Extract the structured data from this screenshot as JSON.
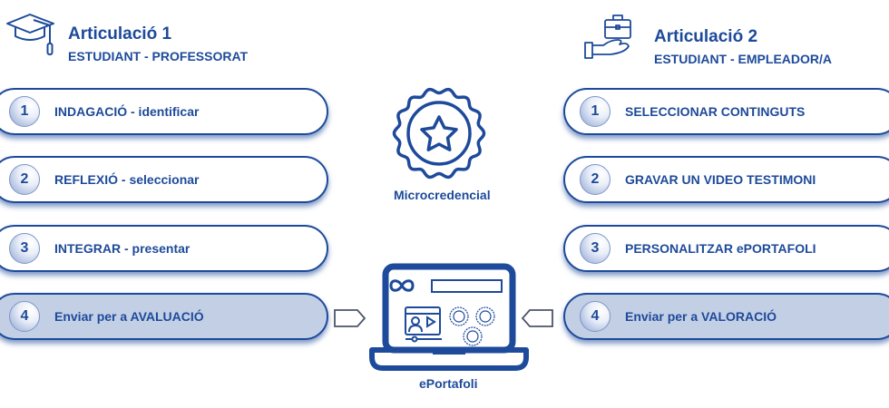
{
  "left": {
    "title": "Articulació 1",
    "subtitle": "ESTUDIANT - PROFESSORAT",
    "icon": "graduation-cap-icon",
    "steps": [
      {
        "num": "1",
        "label": "INDAGACIÓ - identificar"
      },
      {
        "num": "2",
        "label": "REFLEXIÓ - seleccionar"
      },
      {
        "num": "3",
        "label": "INTEGRAR - presentar"
      },
      {
        "num": "4",
        "label": "Enviar per a AVALUACIÓ"
      }
    ]
  },
  "right": {
    "title": "Articulació 2",
    "subtitle": "ESTUDIANT - EMPLEADOR/A",
    "icon": "briefcase-hand-icon",
    "steps": [
      {
        "num": "1",
        "label": "SELECCIONAR CONTINGUTS"
      },
      {
        "num": "2",
        "label": "GRAVAR UN VIDEO TESTIMONI"
      },
      {
        "num": "3",
        "label": "PERSONALITZAR ePORTAFOLI"
      },
      {
        "num": "4",
        "label": "Enviar per a VALORACIÓ"
      }
    ]
  },
  "center": {
    "badge_label": "Microcredencial",
    "laptop_label": "ePortafoli"
  },
  "colors": {
    "primary": "#1d4a9a",
    "highlight": "#c3cfe5",
    "arrow": "#4a5568"
  }
}
